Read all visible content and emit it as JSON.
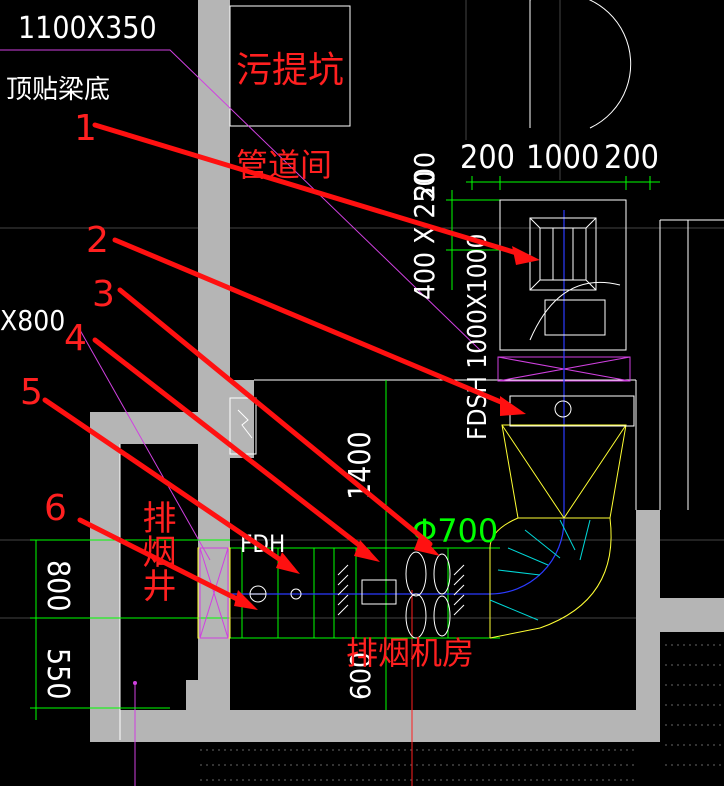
{
  "labels": {
    "top_dim": "1100X350",
    "beam_note": "顶贴梁底",
    "sewage_pit": "污提坑",
    "pipe_shaft": "管道间",
    "left_dim": "X800",
    "dim_200_left": "200",
    "dim_1000": "1000",
    "dim_200_right": "200",
    "vert_200": "200",
    "vert_400x250": "400 X 250",
    "fdsh_1000x1000": "FDSH 1000X1000",
    "dim_1400": "1400",
    "phi_700": "Φ700",
    "fdh": "FDH",
    "smoke_shaft": "排烟井",
    "fan_room": "排烟机房",
    "dim_800": "800",
    "dim_550": "550",
    "dim_600": "600"
  },
  "callouts": [
    "1",
    "2",
    "3",
    "4",
    "5",
    "6"
  ],
  "colors": {
    "background": "#000000",
    "wall": "#b5b5b5",
    "annotation_red": "#ff2020",
    "dimension_green": "#00ff00",
    "duct_yellow": "#ffff33",
    "centerline_blue": "#2b3bff",
    "cyan": "#00d8d8",
    "magenta": "#d040e0"
  }
}
